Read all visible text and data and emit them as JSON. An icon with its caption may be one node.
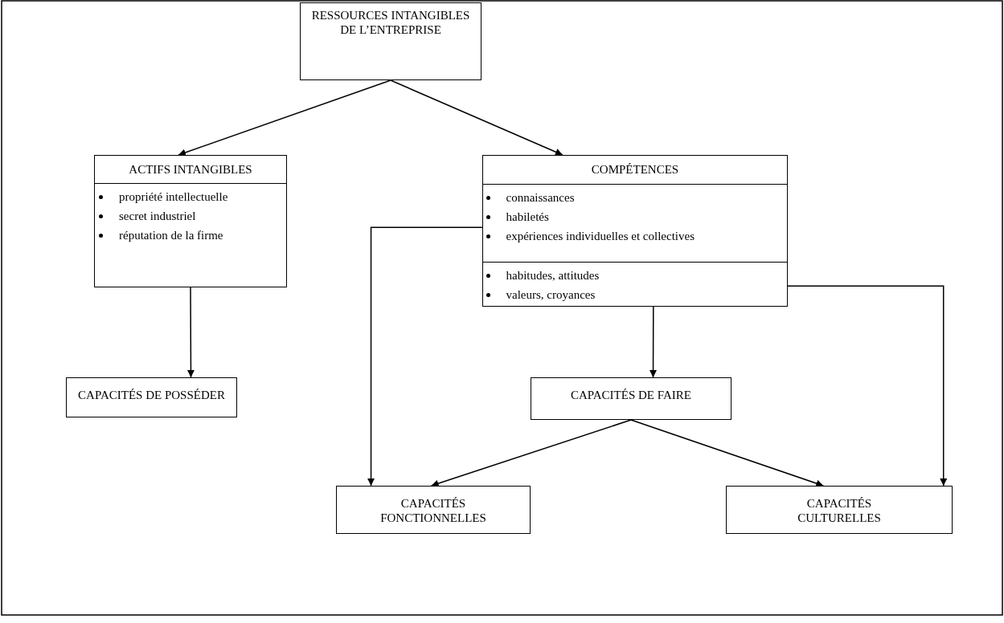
{
  "diagram": {
    "nodes": [
      {
        "text": [
          "RESSOURCES INTANGIBLES DE L’ENTREPRISE"
        ]
      },
      {
        "text": [
          "ACTIFS INTANGIBLES",
          "propriété intellectuelle",
          "secret industriel",
          "réputation de la firme"
        ]
      },
      {
        "text": [
          "COMPÉTENCES"
        ]
      },
      {
        "text": [
          "connaissances",
          "habiletés",
          "expériences individuelles et collectives"
        ],
        "in": 2
      },
      {
        "text": [
          "habitudes, attitudes",
          "valeurs, croyances"
        ],
        "in": 2
      },
      {
        "text": [
          "CAPACITÉS DE POSSÉDER"
        ]
      },
      {
        "text": [
          "CAPACITÉS DE FAIRE"
        ]
      },
      {
        "text": [
          "CAPACITÉS FONCTIONNELLES"
        ]
      },
      {
        "text": [
          "CAPACITÉS CULTURELLES"
        ]
      }
    ],
    "edges": [
      {
        "from": 0,
        "to": 1,
        "arrow": "to"
      },
      {
        "from": 0,
        "to": 2,
        "arrow": "to"
      },
      {
        "from": 1,
        "to": 5,
        "arrow": "to"
      },
      {
        "from": 2,
        "to": 6,
        "arrow": "to"
      },
      {
        "from": 3,
        "to": 7,
        "arrow": "to"
      },
      {
        "from": 4,
        "to": 8,
        "arrow": "to"
      },
      {
        "from": 6,
        "to": 7,
        "arrow": "to"
      },
      {
        "from": 6,
        "to": 8,
        "arrow": "to"
      }
    ]
  }
}
